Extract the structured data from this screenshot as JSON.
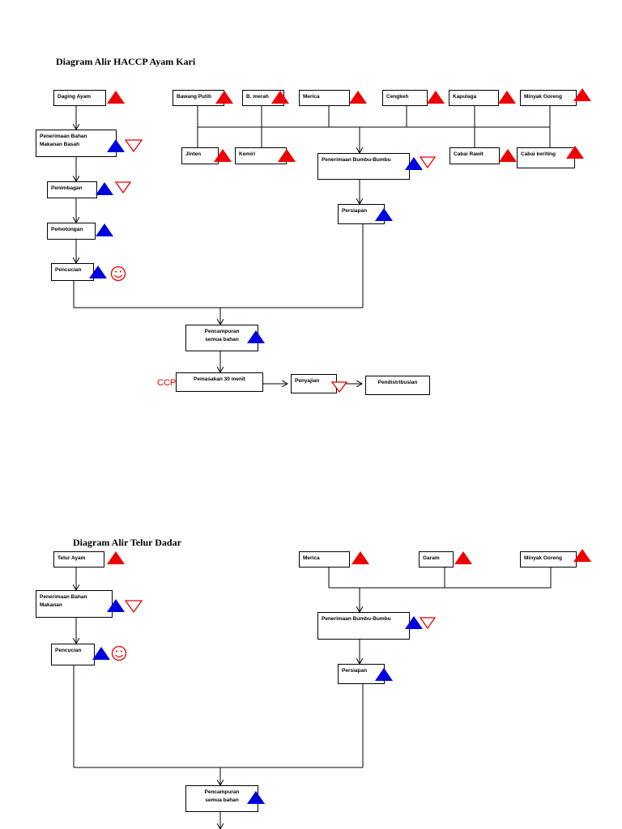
{
  "diagram1": {
    "title": "Diagram Alir HACCP Ayam Kari",
    "nodes": {
      "daging_ayam": "Daging Ayam",
      "penerimaan_bahan_basah_line1": "Penerimaan Bahan",
      "penerimaan_bahan_basah_line2": "Makanan Basah",
      "penimbangan": "Penimbagan",
      "pemotongan": "Pemotongan",
      "pencucian": "Pencucian",
      "bawang_putih": "Bawang Putih",
      "b_merah": "B. merah",
      "merica": "Merica",
      "cengkeh": "Cengkeh",
      "kapulaga": "Kapulaga",
      "minyak_goreng": "Minyak Goreng",
      "jinten": "Jinten",
      "kemiri": "Kemiri",
      "penerimaan_bumbu": "Penerimaan Bumbu-Bumbu",
      "cabai_rawit": "Cabai Rawit",
      "cabai_keriting": "Cabai keriting",
      "persiapan": "Persiapan",
      "pencampuran_line1": "Pencampuran",
      "pencampuran_line2": "semua bahan",
      "pemasakan": "Pemasakan 30 menit",
      "penyajian": "Penyajian",
      "pendistribusian": "Pendistribusian"
    },
    "ccp_label": "CCP"
  },
  "diagram2": {
    "title": "Diagram Alir Telur Dadar",
    "nodes": {
      "telur_ayam": "Telur Ayam",
      "penerimaan_bahan_line1": "Penerimaan Bahan",
      "penerimaan_bahan_line2": "Makanan",
      "pencucian": "Pencucian",
      "merica": "Merica",
      "garam": "Garam",
      "minyak_goreng": "Minyak Goreng",
      "penerimaan_bumbu": "Penerimaan Bumbu-Bumbu",
      "persiapan": "Persiapan",
      "pencampuran_line1": "Pencampuran",
      "pencampuran_line2": "semua bahan"
    }
  },
  "legend_colors": {
    "red_triangle": "#ee0000",
    "blue_triangle": "#0000dd",
    "smiley": "#ee0000"
  }
}
